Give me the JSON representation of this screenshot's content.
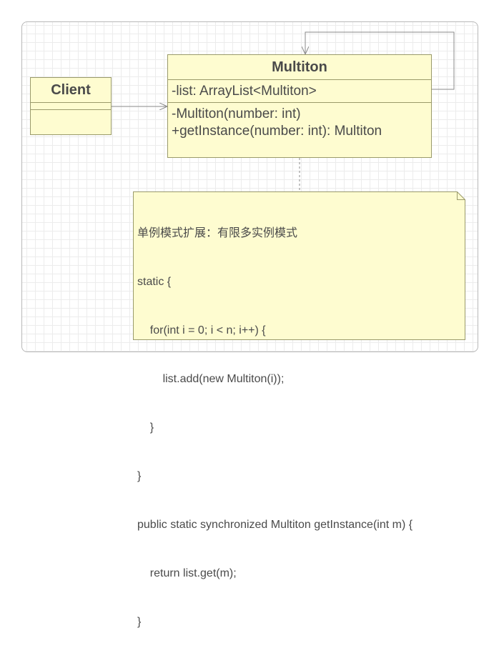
{
  "diagram": {
    "classes": [
      {
        "id": "client",
        "name": "Client",
        "attributes": [],
        "operations": []
      },
      {
        "id": "multiton",
        "name": "Multiton",
        "attributes": [
          "-list: ArrayList<Multiton>"
        ],
        "operations": [
          "-Multiton(number: int)",
          "+getInstance(number: int): Multiton"
        ]
      }
    ],
    "relations": [
      {
        "from": "client",
        "to": "multiton",
        "type": "association-arrow"
      },
      {
        "from": "multiton",
        "to": "multiton",
        "type": "self-association-arrow"
      },
      {
        "from": "note",
        "to": "multiton",
        "type": "note-anchor-dashed"
      }
    ],
    "note": {
      "title": "单例模式扩展：有限多实例模式",
      "lines": [
        "static {",
        "    for(int i = 0; i < n; i++) {",
        "        list.add(new Multiton(i));",
        "    }",
        "}",
        "public static synchronized Multiton getInstance(int m) {",
        "    return list.get(m);",
        "}"
      ]
    },
    "colors": {
      "class_fill": "#fefcd0",
      "class_border": "#9a9a6a",
      "connector": "#8a8a8a",
      "text": "#4a4a4a"
    }
  }
}
